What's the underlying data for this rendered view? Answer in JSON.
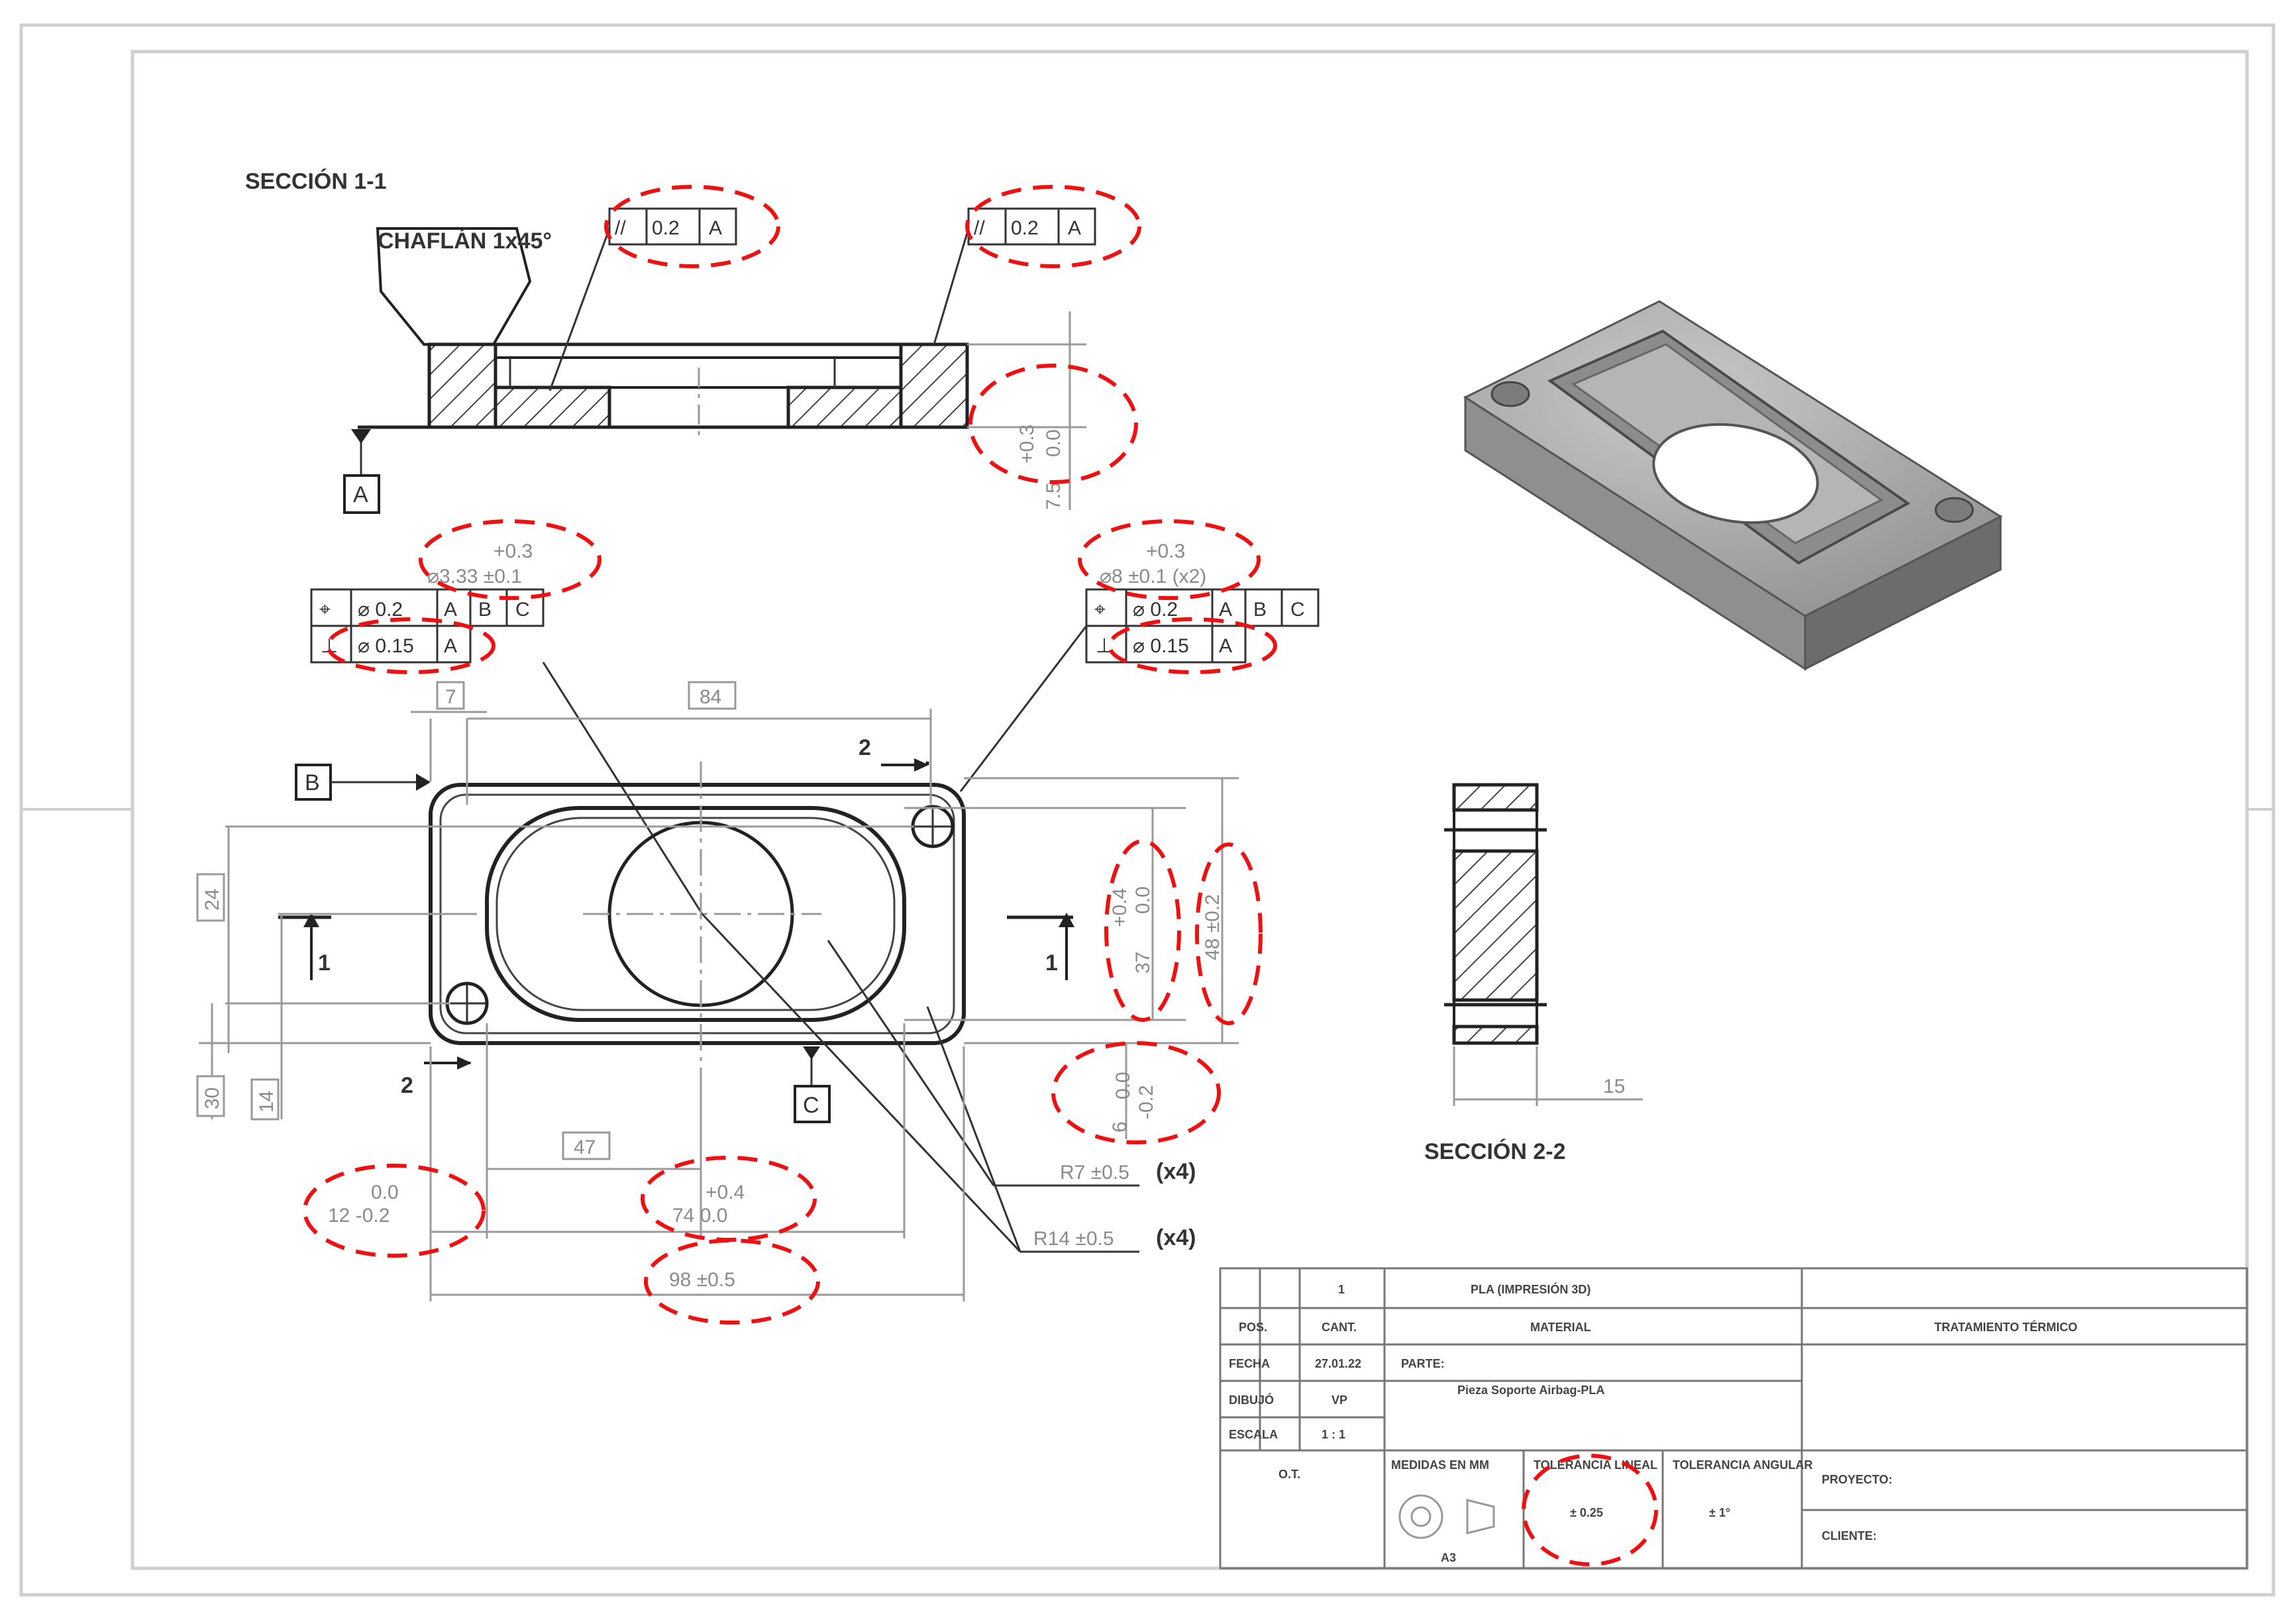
{
  "views": {
    "section_1_1": "SECCIÓN 1-1",
    "section_2_2": "SECCIÓN 2-2",
    "chamfer_note": "CHAFLÁN 1x45°"
  },
  "datums": {
    "a": "A",
    "b": "B",
    "c": "C"
  },
  "section_markers": {
    "one": "1",
    "two": "2"
  },
  "gdt": {
    "parallel_symbol": "//",
    "parallel_value": "0.2",
    "position_symbol": "⌖",
    "perp_symbol": "⊥",
    "diameter_value_1": "⌀ 0.2",
    "diameter_value_2": "⌀ 0.15"
  },
  "dims": {
    "thickness_tol": "+0.3\n0.0",
    "thickness_nominal": "7.5",
    "hole_left_tol": "+0.3",
    "hole_left_dia": "⌀3.33 ±0.1",
    "hole_right_tol": "+0.3",
    "hole_right_dia": "⌀8 ±0.1 (x2)",
    "top_7": "7",
    "top_84": "84",
    "left_24": "24",
    "left_30": "30",
    "left_14": "14",
    "right_37_tol": "+0.4\n0.0",
    "right_37": "37",
    "right_48": "48 ±0.2",
    "bottom_6_tol": "0.0\n-0.2",
    "bottom_6": "6",
    "mid_47": "47",
    "bottom_12": "12 -0.2",
    "bottom_12_tol": "0.0",
    "bottom_74_tol": "+0.4",
    "bottom_74": "74   0.0",
    "bottom_98": "98 ±0.5",
    "r7": "R7 ±0.5",
    "r14": "R14 ±0.5",
    "x4": "(x4)",
    "sec2_15": "15"
  },
  "title_block": {
    "qty": "1",
    "material_value": "PLA (IMPRESIÓN 3D)",
    "h_pos": "POS.",
    "h_cant": "CANT.",
    "h_material": "MATERIAL",
    "h_tratamiento": "TRATAMIENTO TÉRMICO",
    "fecha_label": "FECHA",
    "fecha_value": "27.01.22",
    "dibujo_label": "DIBUJÓ",
    "dibujo_value": "VP",
    "escala_label": "ESCALA",
    "escala_value": "1 : 1",
    "parte_label": "PARTE:",
    "parte_value": "Pieza Soporte Airbag-PLA",
    "ot_label": "O.T.",
    "medidas": "MEDIDAS EN MM",
    "tol_lineal": "TOLERANCIA LINEAL",
    "tol_lineal_value": "± 0.25",
    "tol_angular": "TOLERANCIA ANGULAR",
    "tol_angular_value": "± 1°",
    "proyecto": "PROYECTO:",
    "cliente": "CLIENTE:",
    "formato": "A3"
  }
}
